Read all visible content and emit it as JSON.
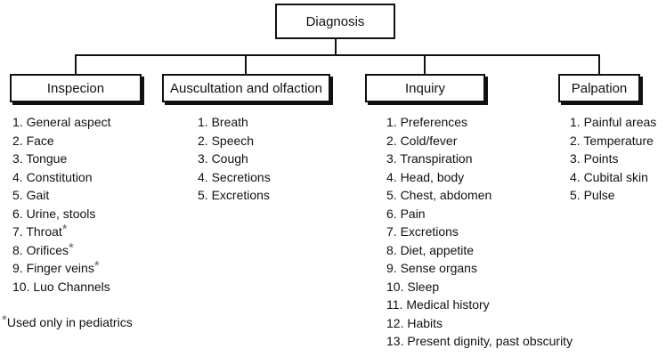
{
  "root": {
    "label": "Diagnosis"
  },
  "categories": [
    {
      "label": "Inspecion",
      "items": [
        "1. General aspect",
        "2. Face",
        "3. Tongue",
        "4. Constitution",
        "5. Gait",
        "6. Urine, stools",
        "7. Throat",
        "8. Orifices",
        "9. Finger veins",
        "10. Luo Channels"
      ],
      "starred": [
        false,
        false,
        false,
        false,
        false,
        false,
        true,
        true,
        true,
        false
      ]
    },
    {
      "label": "Auscultation and olfaction",
      "items": [
        "1. Breath",
        "2. Speech",
        "3. Cough",
        "4. Secretions",
        "5. Excretions"
      ]
    },
    {
      "label": "Inquiry",
      "items": [
        "1. Preferences",
        "2. Cold/fever",
        "3. Transpiration",
        "4. Head, body",
        "5. Chest, abdomen",
        "6. Pain",
        "7. Excretions",
        "8. Diet, appetite",
        "9. Sense organs",
        "10. Sleep",
        "11. Medical history",
        "12. Habits",
        "13. Present dignity, past obscurity"
      ]
    },
    {
      "label": "Palpation",
      "items": [
        "1. Painful areas",
        "2. Temperature",
        "3. Points",
        "4. Cubital skin",
        "5. Pulse"
      ]
    }
  ],
  "asterisk": "*",
  "footnote": "Used only in pediatrics"
}
